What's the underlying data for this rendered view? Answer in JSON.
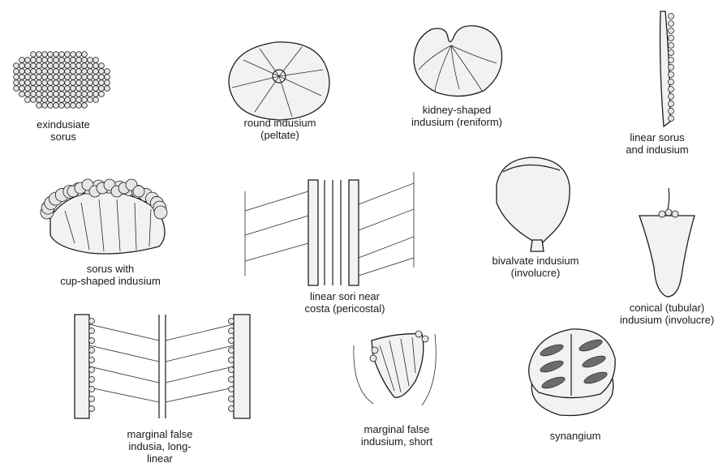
{
  "labels": {
    "exindusiate": [
      "exindusiate",
      "sorus"
    ],
    "round": [
      "round indusium",
      "(peltate)"
    ],
    "kidney": [
      "kidney-shaped",
      "indusium (reniform)"
    ],
    "linear": [
      "linear sorus",
      "and indusium"
    ],
    "cup": [
      "sorus with",
      "cup-shaped indusium"
    ],
    "pericostal": [
      "linear sori near",
      "costa (pericostal)"
    ],
    "bivalvate": [
      "bivalvate indusium",
      "(involucre)"
    ],
    "conical": [
      "conical (tubular)",
      "indusium (involucre)"
    ],
    "marginal_long": [
      "marginal false",
      "indusia, long-",
      "linear"
    ],
    "marginal_short": [
      "marginal false",
      "indusium, short"
    ],
    "synangium": [
      "synangium"
    ]
  }
}
